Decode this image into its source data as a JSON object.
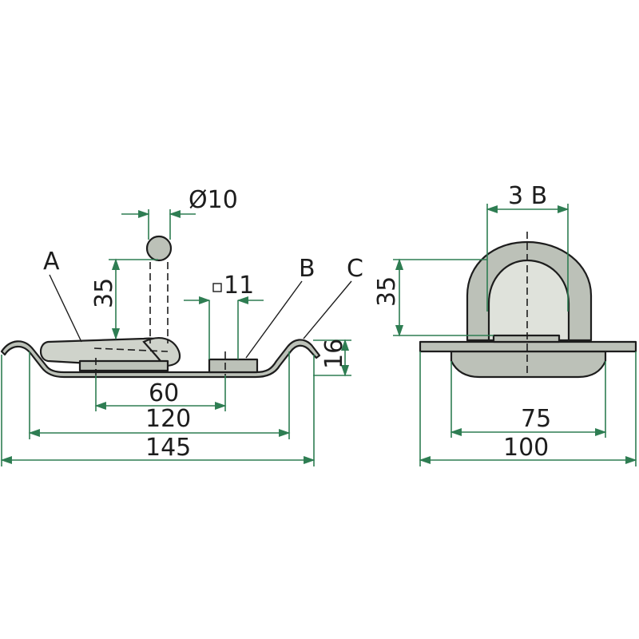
{
  "labels": {
    "part_a": "A",
    "part_b": "B",
    "part_c": "C"
  },
  "side_view": {
    "diameter": "Ø10",
    "square": "11",
    "height_ring": "35",
    "height_plate": "16",
    "width_60": "60",
    "width_120": "120",
    "width_145": "145"
  },
  "front_view": {
    "top_width": "3 B",
    "height_ring": "35",
    "width_75": "75",
    "width_100": "100"
  },
  "colors": {
    "dimension": "#2e7d52",
    "part_fill": "#bcc1b8",
    "outline": "#1d1d1d"
  }
}
